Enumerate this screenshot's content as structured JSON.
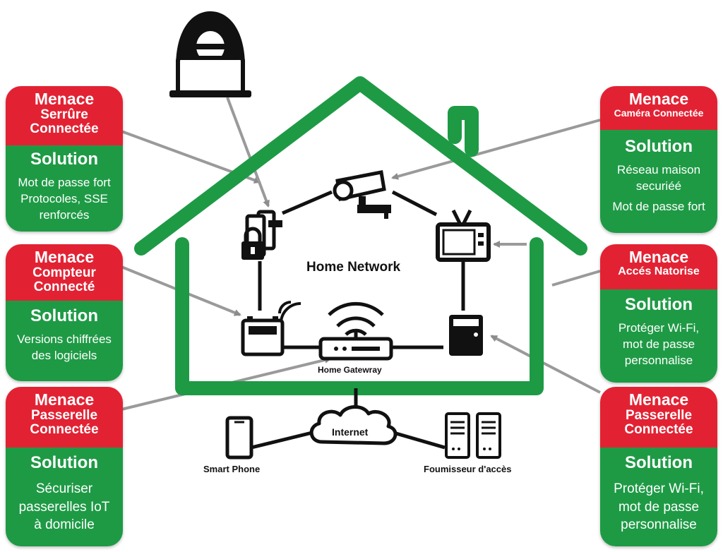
{
  "diagram": {
    "center_label": "Home Network",
    "gateway_label": "Home Gatewray",
    "internet_label": "Internet",
    "smartphone_label": "Smart Phone",
    "provider_label": "Foumisseur d'accès"
  },
  "cards": {
    "lock": {
      "menace": "Menace",
      "device_line1": "Serrûre",
      "device_line2": "Connectée",
      "solution": "Solution",
      "body_line1": "Mot de passe fort",
      "body_line2": "Protocoles, SSE",
      "body_line3": "renforcés"
    },
    "meter": {
      "menace": "Menace",
      "device_line1": "Compteur",
      "device_line2": "Connecté",
      "solution": "Solution",
      "body_line1": "Versions chiffrées",
      "body_line2": "des logiciels"
    },
    "gateway_left": {
      "menace": "Menace",
      "device_line1": "Passerelle",
      "device_line2": "Connectée",
      "solution": "Solution",
      "body_line1": "Sécuriser",
      "body_line2": "passerelles IoT",
      "body_line3": "à domicile"
    },
    "camera": {
      "menace": "Menace",
      "device_line1": "Caméra Connectée",
      "solution": "Solution",
      "body_line1": "Réseau maison",
      "body_line2": "securiéé",
      "body_line3": "Mot de passe fort"
    },
    "access": {
      "menace": "Menace",
      "device_line1": "Accés Natorise",
      "solution": "Solution",
      "body_line1": "Protéger Wi-Fi,",
      "body_line2": "mot de passe",
      "body_line3": "personnalise"
    },
    "gateway_right": {
      "menace": "Menace",
      "device_line1": "Passerelle",
      "device_line2": "Connectée",
      "solution": "Solution",
      "body_line1": "Protéger Wi-Fi,",
      "body_line2": "mot de passe",
      "body_line3": "personnalise"
    }
  },
  "colors": {
    "house": "#1e9a45",
    "menace": "#e22233",
    "solution": "#1e9a45",
    "arrow": "#9a9a9a",
    "ink": "#111111"
  }
}
